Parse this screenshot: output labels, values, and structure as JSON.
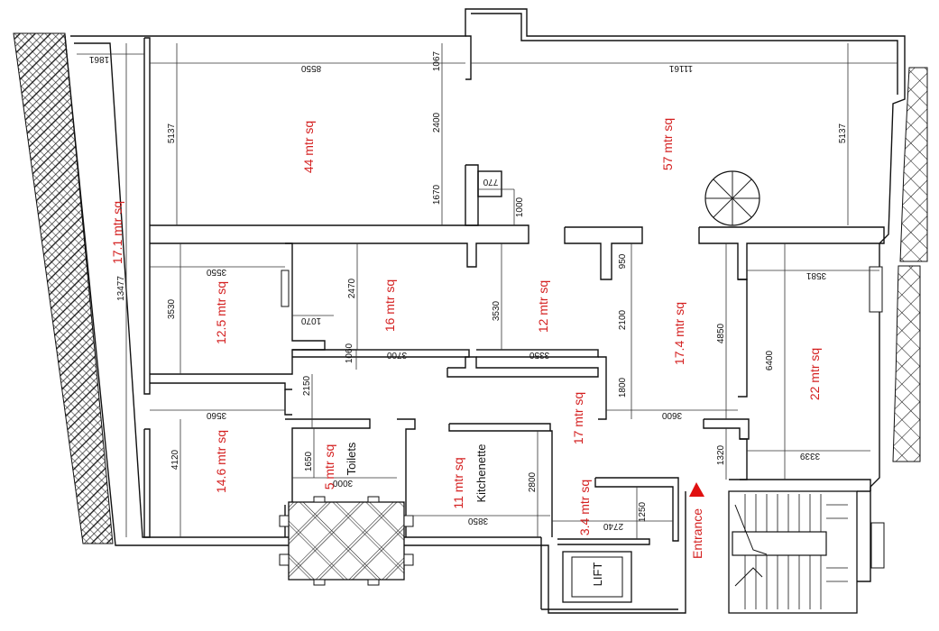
{
  "areas": {
    "corridor_left": "17.1 mtr sq",
    "room_top_left": "44 mtr sq",
    "room_top_right": "57 mtr sq",
    "room_12_5": "12.5 mtr sq",
    "room_16": "16 mtr sq",
    "room_12": "12 mtr sq",
    "room_17_4": "17.4 mtr sq",
    "room_22": "22 mtr sq",
    "room_14_6": "14.6 mtr sq",
    "toilets_area": "5 mtr sq",
    "kitchenette_area": "11 mtr sq",
    "lobby_17": "17 mtr sq",
    "room_3_4": "3.4 mtr sq"
  },
  "labels": {
    "toilets": "Toilets",
    "kitchenette": "Kitchenette",
    "entrance": "Entrance",
    "lift": "LIFT"
  },
  "dimensions": {
    "d1861": "1861",
    "d8550": "8550",
    "d1067": "1067",
    "d11161": "11161",
    "d5137a": "5137",
    "d2400": "2400",
    "d1670": "1670",
    "d770": "770",
    "d1000": "1000",
    "d5137b": "5137",
    "d13477": "13477",
    "d3550": "3550",
    "d3530a": "3530",
    "d2470": "2470",
    "d1070": "1070",
    "d1060": "1060",
    "d3700": "3700",
    "d3530b": "3530",
    "d3350": "3350",
    "d950": "950",
    "d2100": "2100",
    "d1800": "1800",
    "d3600": "3600",
    "d4850": "4850",
    "d3581": "3581",
    "d6400": "6400",
    "d3339": "3339",
    "d1320": "1320",
    "d2150": "2150",
    "d3560": "3560",
    "d4120": "4120",
    "d1650": "1650",
    "d3000": "3000",
    "d2800": "2800",
    "d3850": "3850",
    "d1250": "1250",
    "d2740": "2740"
  },
  "colors": {
    "area_text": "#d42020",
    "walls": "#111111",
    "entrance_arrow": "#e01010"
  }
}
